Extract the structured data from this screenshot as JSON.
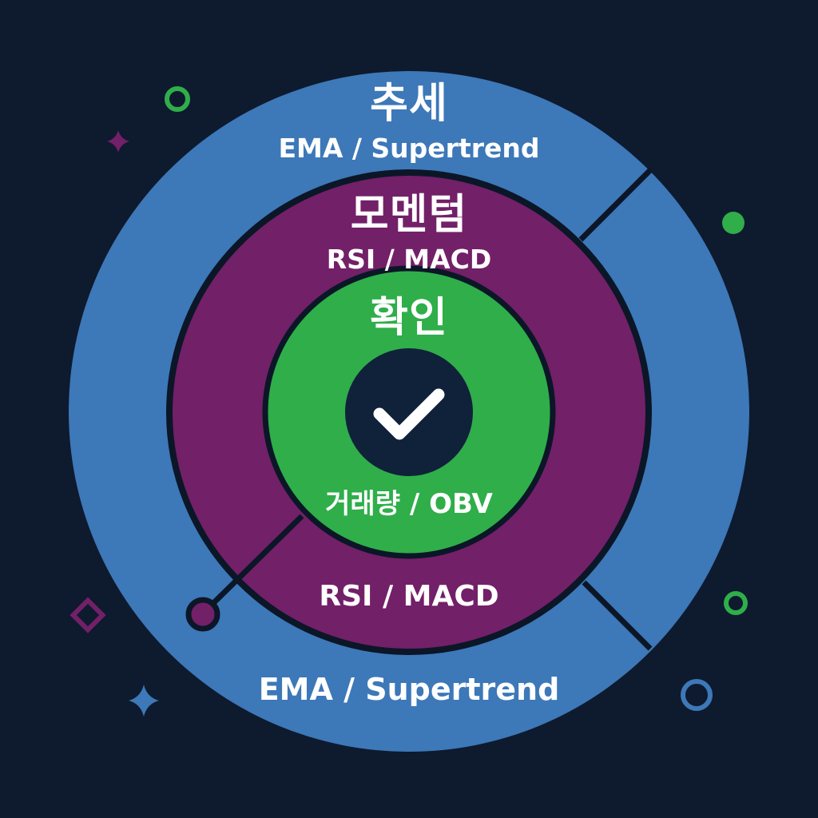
{
  "rings": {
    "trend": {
      "title": "추세",
      "subtitle": "EMA / Supertrend",
      "subtitle_bottom": "EMA / Supertrend",
      "color": "#3d78b8"
    },
    "momentum": {
      "title": "모멘텀",
      "subtitle": "RSI / MACD",
      "subtitle_bottom": "RSI / MACD",
      "color": "#722068"
    },
    "confirmation": {
      "title": "확인",
      "subtitle": "거래량 / OBV",
      "color": "#2fae4a"
    }
  },
  "center": {
    "icon": "checkmark-icon",
    "color": "#10213a"
  },
  "colors": {
    "background": "#0e1a2e",
    "outline": "#0b1627",
    "green": "#2fae4a",
    "purple": "#722068",
    "blue": "#3d78b8",
    "text": "#ffffff"
  },
  "decorations": [
    "green-ring-icon",
    "purple-sparkle-icon",
    "green-dot-icon",
    "purple-diamond-icon",
    "green-ring-icon",
    "blue-sparkle-icon",
    "blue-ring-icon"
  ]
}
